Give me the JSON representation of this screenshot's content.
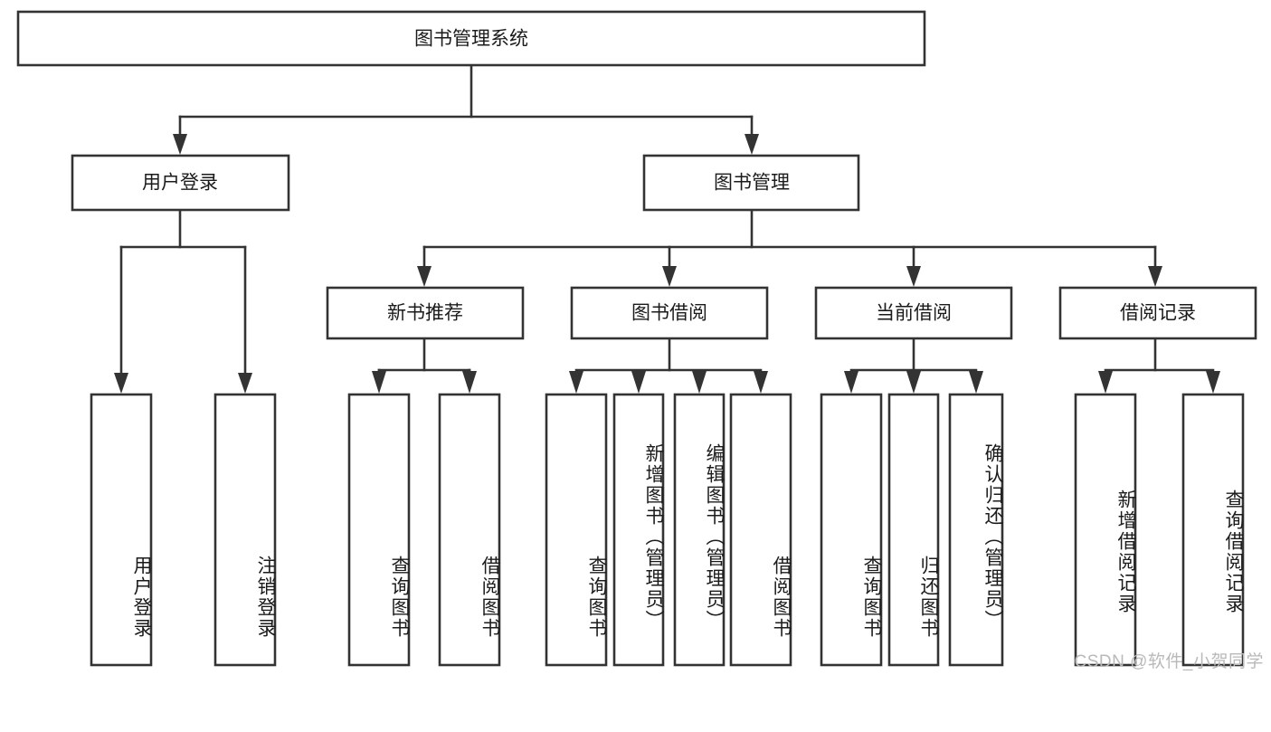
{
  "diagram": {
    "type": "tree-hierarchy-diagram",
    "title": "图书管理系统",
    "root": {
      "id": "root",
      "label": "图书管理系统"
    },
    "level2": [
      {
        "id": "user-login",
        "label": "用户登录"
      },
      {
        "id": "book-manage",
        "label": "图书管理"
      }
    ],
    "level3": [
      {
        "id": "new-book-recommend",
        "label": "新书推荐",
        "parent": "book-manage"
      },
      {
        "id": "book-borrow",
        "label": "图书借阅",
        "parent": "book-manage"
      },
      {
        "id": "current-borrow",
        "label": "当前借阅",
        "parent": "book-manage"
      },
      {
        "id": "borrow-record",
        "label": "借阅记录",
        "parent": "book-manage"
      }
    ],
    "leaves": [
      {
        "id": "leaf-user-login",
        "label": "用户登录",
        "parent": "user-login"
      },
      {
        "id": "leaf-logout-login",
        "label": "注销登录",
        "parent": "user-login"
      },
      {
        "id": "leaf-query-book-1",
        "label": "查询图书",
        "parent": "new-book-recommend"
      },
      {
        "id": "leaf-borrow-book-1",
        "label": "借阅图书",
        "parent": "new-book-recommend"
      },
      {
        "id": "leaf-query-book-2",
        "label": "查询图书",
        "parent": "book-borrow"
      },
      {
        "id": "leaf-add-book",
        "label": "新增图书（管理员）",
        "parent": "book-borrow"
      },
      {
        "id": "leaf-edit-book",
        "label": "编辑图书（管理员）",
        "parent": "book-borrow"
      },
      {
        "id": "leaf-borrow-book-2",
        "label": "借阅图书",
        "parent": "book-borrow"
      },
      {
        "id": "leaf-query-book-3",
        "label": "查询图书",
        "parent": "current-borrow"
      },
      {
        "id": "leaf-return-book",
        "label": "归还图书",
        "parent": "current-borrow"
      },
      {
        "id": "leaf-confirm-return",
        "label": "确认归还（管理员）",
        "parent": "current-borrow"
      },
      {
        "id": "leaf-add-record",
        "label": "新增借阅记录",
        "parent": "borrow-record"
      },
      {
        "id": "leaf-query-record",
        "label": "查询借阅记录",
        "parent": "borrow-record"
      }
    ],
    "colors": {
      "background": "#ffffff",
      "box_fill": "#ffffff",
      "box_stroke": "#333333",
      "text": "#1b1b1b",
      "watermark": "#b9b9b9"
    }
  },
  "watermark": {
    "text": "CSDN @软件_小贺同学"
  }
}
